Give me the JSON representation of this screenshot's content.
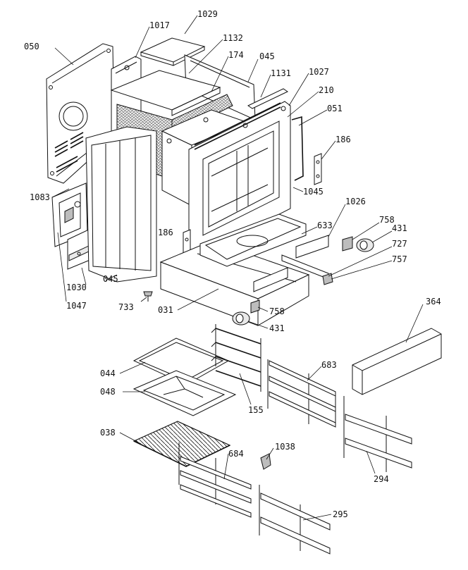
{
  "diagram": {
    "type": "exploded-parts-view",
    "part_labels": {
      "p050": "050",
      "p1017": "1017",
      "p1029": "1029",
      "p1132": "1132",
      "p174": "174",
      "p045a": "045",
      "p1131": "1131",
      "p1027": "1027",
      "p210": "210",
      "p051": "051",
      "p186a": "186",
      "p1083": "1083",
      "p1045": "1045",
      "p1026": "1026",
      "p758a": "758",
      "p431a": "431",
      "p186b": "186",
      "p633": "633",
      "p727": "727",
      "p757": "757",
      "p1030": "1030",
      "p045b": "045",
      "p1047": "1047",
      "p733": "733",
      "p031": "031",
      "p758b": "758",
      "p431b": "431",
      "p364": "364",
      "p044": "044",
      "p048": "048",
      "p155": "155",
      "p683": "683",
      "p038": "038",
      "p1038": "1038",
      "p684": "684",
      "p294": "294",
      "p295": "295"
    }
  }
}
